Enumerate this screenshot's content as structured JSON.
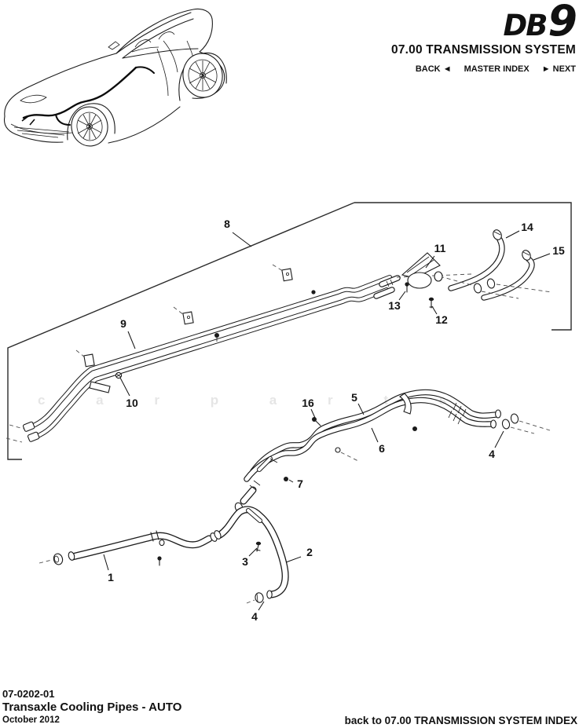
{
  "header": {
    "logo": {
      "db": "DB",
      "nine": "9"
    },
    "section_title": "07.00 TRANSMISSION SYSTEM",
    "nav": {
      "back": "BACK",
      "back_arrow": "◄",
      "master_index": "MASTER INDEX",
      "next_arrow": "►",
      "next": "NEXT"
    }
  },
  "diagram": {
    "watermark": "c a r p a r t s",
    "callouts": [
      "1",
      "2",
      "3",
      "4",
      "4",
      "5",
      "6",
      "7",
      "8",
      "9",
      "10",
      "11",
      "12",
      "13",
      "14",
      "15",
      "16"
    ]
  },
  "footer": {
    "doc_number": "07-0202-01",
    "doc_title": "Transaxle Cooling Pipes - AUTO",
    "doc_date": "October 2012",
    "back_link": "back to 07.00 TRANSMISSION SYSTEM INDEX"
  }
}
